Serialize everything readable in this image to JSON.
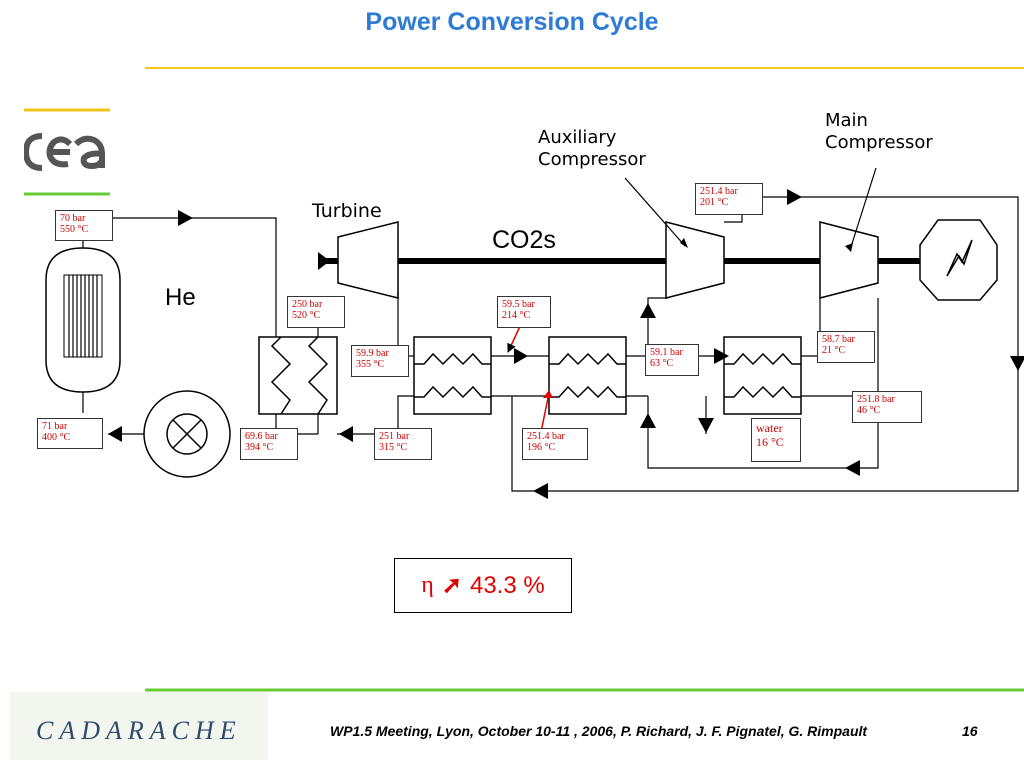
{
  "title": "Power Conversion Cycle",
  "fluids": {
    "primary": "He",
    "secondary": "CO2s"
  },
  "components": {
    "turbine": "Turbine",
    "auxiliary_compressor": [
      "Auxiliary",
      "Compressor"
    ],
    "main_compressor": [
      "Main",
      "Compressor"
    ]
  },
  "state_points": {
    "p70_550": [
      "70 bar",
      "550 °C"
    ],
    "p71_400": [
      "71 bar",
      "400 °C"
    ],
    "p69_394": [
      "69.6 bar",
      "394 °C"
    ],
    "p250_520": [
      "250 bar",
      "520 °C"
    ],
    "p59_9_355": [
      "59.9 bar",
      "355 °C"
    ],
    "p251_315": [
      "251 bar",
      "315 °C"
    ],
    "p59_5_214": [
      "59.5 bar",
      "214 °C"
    ],
    "p251_4_196": [
      "251.4 bar",
      "196 °C"
    ],
    "p59_1_63": [
      "59.1 bar",
      "63 °C"
    ],
    "water_16": [
      "water",
      "16 °C"
    ],
    "p251_4_201": [
      "251.4 bar",
      "201 °C"
    ],
    "p58_7_21": [
      "58.7 bar",
      "21 °C"
    ],
    "p251_8_46": [
      "251.8 bar",
      "46 °C"
    ]
  },
  "efficiency": {
    "symbol": "η",
    "arrow": "➚",
    "value": "43.3 %"
  },
  "footer": {
    "text": "WP1.5 Meeting, Lyon, October 10-11 , 2006, P. Richard, J. F. Pignatel, G. Rimpault",
    "page": "16",
    "org_logo": "CADARACHE",
    "logo": "cea"
  },
  "colors": {
    "title": "#2e7bd6",
    "accent_line": "#f0c419",
    "green_line": "#66cc33",
    "labels": "#cc0000"
  }
}
